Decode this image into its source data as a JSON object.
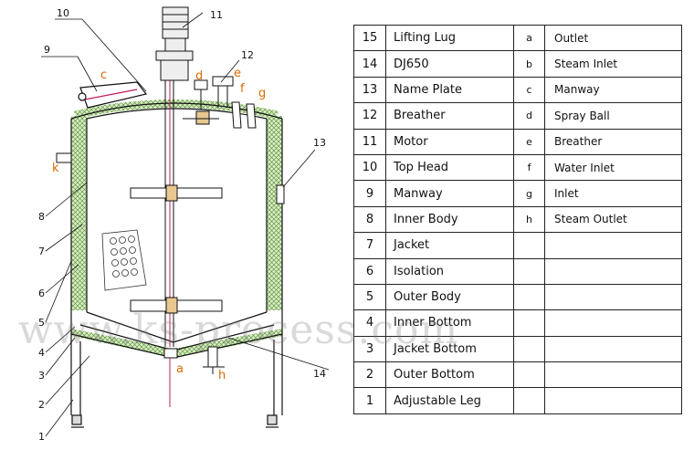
{
  "callouts": {
    "c1": "1",
    "c2": "2",
    "c3": "3",
    "c4": "4",
    "c5": "5",
    "c6": "6",
    "c7": "7",
    "c8": "8",
    "c9": "9",
    "c10": "10",
    "c11": "11",
    "c12": "12",
    "c13": "13",
    "c14": "14"
  },
  "port_letters": {
    "a": "a",
    "c": "c",
    "d": "d",
    "e": "e",
    "f": "f",
    "g": "g",
    "h": "h",
    "k": "k"
  },
  "parts": [
    {
      "num": "15",
      "name": "Lifting Lug"
    },
    {
      "num": "14",
      "name": "DJ650"
    },
    {
      "num": "13",
      "name": "Name Plate"
    },
    {
      "num": "12",
      "name": "Breather"
    },
    {
      "num": "11",
      "name": "Motor"
    },
    {
      "num": "10",
      "name": "Top Head"
    },
    {
      "num": "9",
      "name": "Manway"
    },
    {
      "num": "8",
      "name": "Inner Body"
    },
    {
      "num": "7",
      "name": "Jacket"
    },
    {
      "num": "6",
      "name": "Isolation"
    },
    {
      "num": "5",
      "name": "Outer Body"
    },
    {
      "num": "4",
      "name": "Inner Bottom"
    },
    {
      "num": "3",
      "name": "Jacket Bottom"
    },
    {
      "num": "2",
      "name": "Outer Bottom"
    },
    {
      "num": "1",
      "name": "Adjustable Leg"
    }
  ],
  "ports": [
    {
      "letter": "a",
      "desc": "Outlet"
    },
    {
      "letter": "b",
      "desc": "Steam Inlet"
    },
    {
      "letter": "c",
      "desc": "Manway"
    },
    {
      "letter": "d",
      "desc": "Spray Ball"
    },
    {
      "letter": "e",
      "desc": "Breather"
    },
    {
      "letter": "f",
      "desc": "Water Inlet"
    },
    {
      "letter": "g",
      "desc": "Inlet"
    },
    {
      "letter": "h",
      "desc": "Steam Outlet"
    }
  ],
  "watermark": "www.ks-process.com"
}
